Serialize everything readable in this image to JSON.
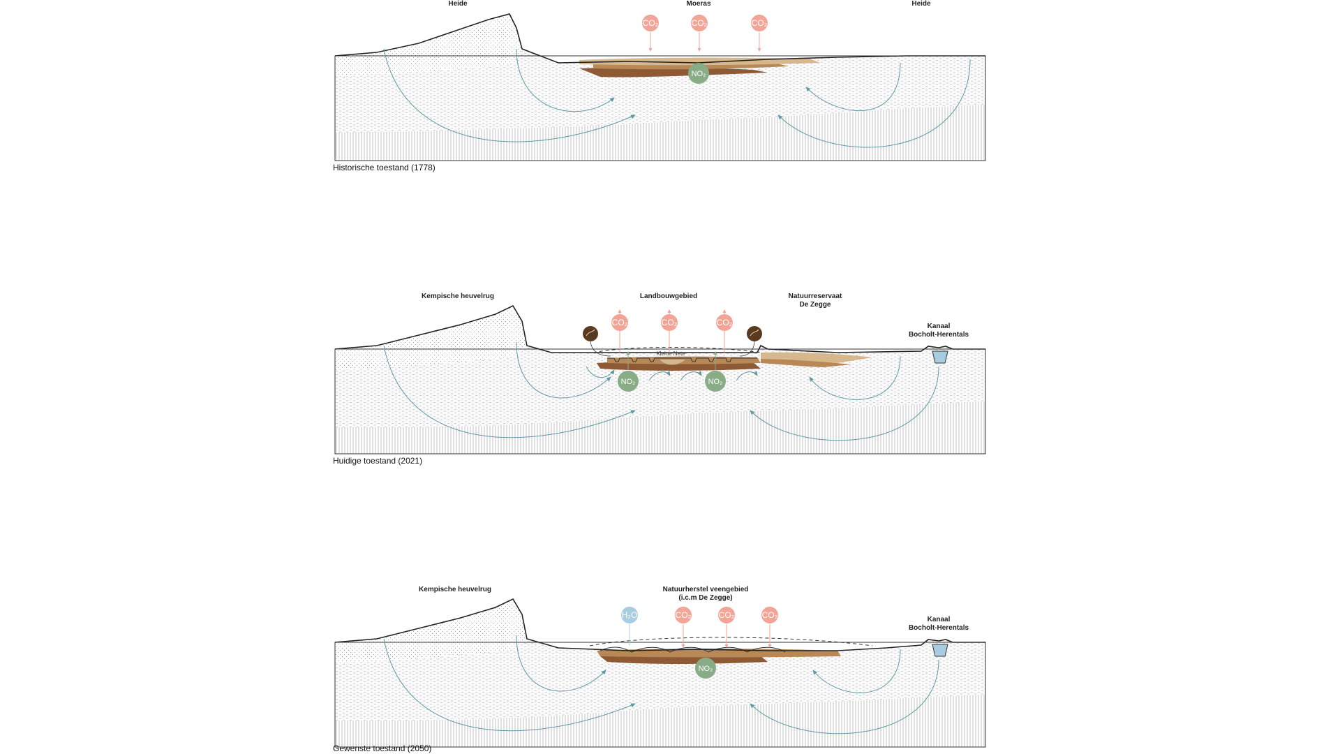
{
  "colors": {
    "co2": "#f2a596",
    "no2": "#88ad86",
    "h2o": "#a8cde0",
    "flow": "#5e9aa6",
    "peat_dark": "#8d5a35",
    "peat_mid": "#b88956",
    "peat_light": "#d6b88c",
    "water": "#a8cde0",
    "fungus": "#5a3a1e"
  },
  "icons": {
    "gas_bubble": "circle-bubble-icon",
    "emission_arrow": "arrow-icon",
    "groundwater_flow": "curved-arrow-icon",
    "fungus": "fungus-icon"
  },
  "panels": [
    {
      "caption": "Historische toestand (1778)",
      "labels": [
        "Heide",
        "Moeras",
        "Heide"
      ],
      "gases": [
        "CO₂",
        "CO₂",
        "CO₂"
      ],
      "no2": [
        "NO₂"
      ]
    },
    {
      "caption": "Huidige toestand (2021)",
      "labels": [
        "Kempische heuvelrug",
        "Landbouwgebied",
        "Natuurreservaat",
        "De Zegge",
        "Kanaal",
        "Bocholt-Herentals"
      ],
      "gases": [
        "CO₂",
        "CO₂",
        "CO₂"
      ],
      "no2": [
        "NO₂",
        "NO₂"
      ],
      "river": "Kleine Nete"
    },
    {
      "caption": "Gewenste toestand (2050)",
      "labels": [
        "Kempische heuvelrug",
        "Natuurherstel veengebied",
        "(i.c.m De Zegge)",
        "Kanaal",
        "Bocholt-Herentals"
      ],
      "h2o": "H₂O",
      "gases": [
        "CO₂",
        "CO₂",
        "CO₂"
      ],
      "no2": [
        "NO₂"
      ]
    }
  ]
}
